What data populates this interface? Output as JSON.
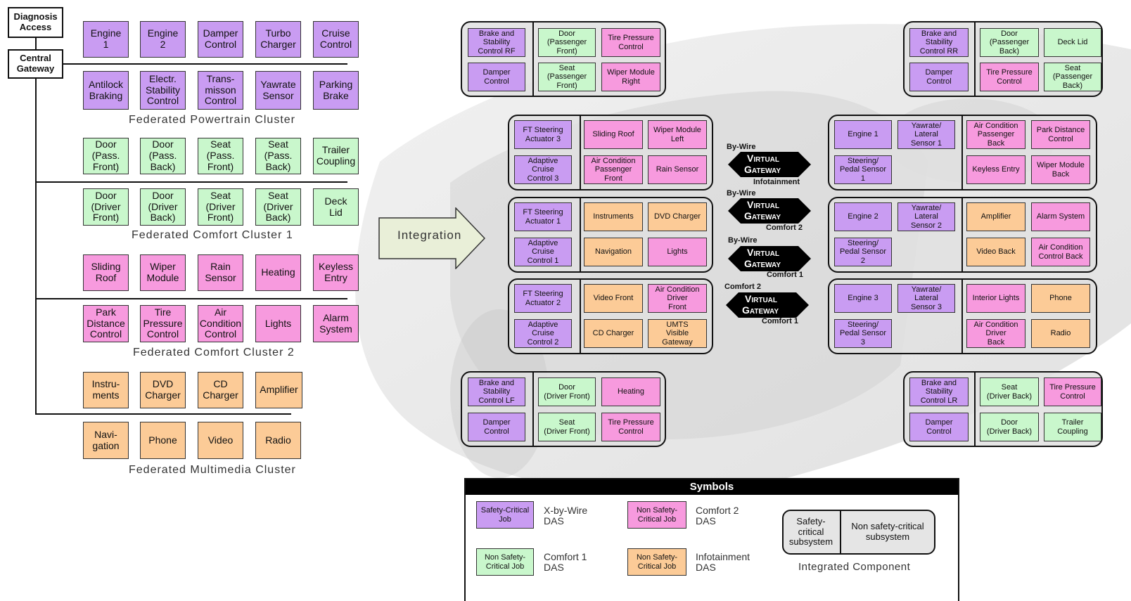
{
  "federated": {
    "diagnosis_access": "Diagnosis\nAccess",
    "central_gateway": "Central\nGateway",
    "powertrain": {
      "label": "Federated Powertrain Cluster",
      "top": [
        "Engine\n1",
        "Engine\n2",
        "Damper\nControl",
        "Turbo\nCharger",
        "Cruise\nControl"
      ],
      "bottom": [
        "Antilock\nBraking",
        "Electr.\nStability\nControl",
        "Trans-\nmisson\nControl",
        "Yawrate\nSensor",
        "Parking\nBrake"
      ]
    },
    "comfort1": {
      "label": "Federated Comfort Cluster 1",
      "top": [
        "Door\n(Pass.\nFront)",
        "Door\n(Pass.\nBack)",
        "Seat\n(Pass.\nFront)",
        "Seat\n(Pass.\nBack)",
        "Trailer\nCoupling"
      ],
      "bottom": [
        "Door\n(Driver\nFront)",
        "Door\n(Driver\nBack)",
        "Seat\n(Driver\nFront)",
        "Seat\n(Driver\nBack)",
        "Deck\nLid"
      ]
    },
    "comfort2": {
      "label": "Federated Comfort Cluster 2",
      "top": [
        "Sliding\nRoof",
        "Wiper\nModule",
        "Rain\nSensor",
        "Heating",
        "Keyless\nEntry"
      ],
      "bottom": [
        "Park\nDistance\nControl",
        "Tire\nPressure\nControl",
        "Air\nCondition\nControl",
        "Lights",
        "Alarm\nSystem"
      ]
    },
    "multimedia": {
      "label": "Federated Multimedia Cluster",
      "top": [
        "Instru-\nments",
        "DVD\nCharger",
        "CD\nCharger",
        "Amplifier"
      ],
      "bottom": [
        "Navi-\ngation",
        "Phone",
        "Video",
        "Radio"
      ]
    }
  },
  "integration_label": "Integration",
  "integrated": {
    "corner_rf": [
      "Brake and\nStability\nControl RF",
      "Damper\nControl",
      "Door\n(Passenger\nFront)",
      "Tire Pressure\nControl",
      "Seat\n(Passenger\nFront)",
      "Wiper Module\nRight"
    ],
    "corner_rr": [
      "Brake and\nStability\nControl RR",
      "Damper\nControl",
      "Door\n(Passenger\nBack)",
      "Deck Lid",
      "Tire Pressure\nControl",
      "Seat\n(Passenger\nBack)"
    ],
    "corner_lf": [
      "Brake and\nStability\nControl LF",
      "Damper\nControl",
      "Door\n(Driver Front)",
      "Heating",
      "Seat\n(Driver Front)",
      "Tire Pressure\nControl"
    ],
    "corner_lr": [
      "Brake and\nStability\nControl LR",
      "Damper\nControl",
      "Seat\n(Driver Back)",
      "Tire Pressure\nControl",
      "Door\n(Driver Back)",
      "Trailer\nCoupling"
    ],
    "left_1": [
      "FT Steering\nActuator 3",
      "Adaptive\nCruise\nControl 3",
      "Sliding Roof",
      "Wiper Module\nLeft",
      "Air Condition\nPassenger\nFront",
      "Rain Sensor"
    ],
    "left_2": [
      "FT Steering\nActuator 1",
      "Adaptive\nCruise\nControl 1",
      "Instruments",
      "DVD Charger",
      "Navigation",
      "Lights"
    ],
    "left_3": [
      "FT Steering\nActuator 2",
      "Adaptive\nCruise\nControl 2",
      "Video Front",
      "Air Condition\nDriver\nFront",
      "CD Charger",
      "UMTS\nVisible\nGateway"
    ],
    "right_1": [
      "Engine 1",
      "Yawrate/\nLateral\nSensor 1",
      "Steering/\nPedal Sensor\n1",
      "Air Condition\nPassenger\nBack",
      "Park Distance\nControl",
      "Keyless Entry",
      "Wiper Module\nBack"
    ],
    "right_2": [
      "Engine 2",
      "Yawrate/\nLateral\nSensor 2",
      "Steering/\nPedal Sensor\n2",
      "Amplifier",
      "Alarm System",
      "Video Back",
      "Air Condition\nControl Back"
    ],
    "right_3": [
      "Engine 3",
      "Yawrate/\nLateral\nSensor 3",
      "Steering/\nPedal Sensor\n3",
      "Interior Lights",
      "Phone",
      "Air Condition\nDriver\nBack",
      "Radio"
    ]
  },
  "gateways": [
    {
      "top": "By-Wire",
      "title1": "Virtual",
      "title2": "Gateway",
      "bottom": "Infotainment"
    },
    {
      "top": "By-Wire",
      "title1": "Virtual",
      "title2": "Gateway",
      "bottom": "Comfort 2"
    },
    {
      "top": "By-Wire",
      "title1": "Virtual",
      "title2": "Gateway",
      "bottom": "Comfort 1"
    },
    {
      "top": "Comfort 2",
      "title1": "Virtual",
      "title2": "Gateway",
      "bottom": "Comfort 1"
    }
  ],
  "legend": {
    "title": "Symbols",
    "purple_box": "Safety-Critical\nJob",
    "purple_desc": "X-by-Wire\nDAS",
    "pink_box": "Non Safety-\nCritical Job",
    "pink_desc": "Comfort 2\nDAS",
    "green_box": "Non Safety-\nCritical Job",
    "green_desc": "Comfort 1\nDAS",
    "orange_box": "Non Safety-\nCritical Job",
    "orange_desc": "Infotainment\nDAS",
    "safety_subsystem": "Safety-\ncritical\nsubsystem",
    "non_safety_subsystem": "Non safety-critical\nsubsystem",
    "integrated_component": "Integrated Component"
  },
  "colors": {
    "purple": "#c99cf2",
    "green": "#c9f7cc",
    "pink": "#f79ade",
    "orange": "#fccb97"
  }
}
